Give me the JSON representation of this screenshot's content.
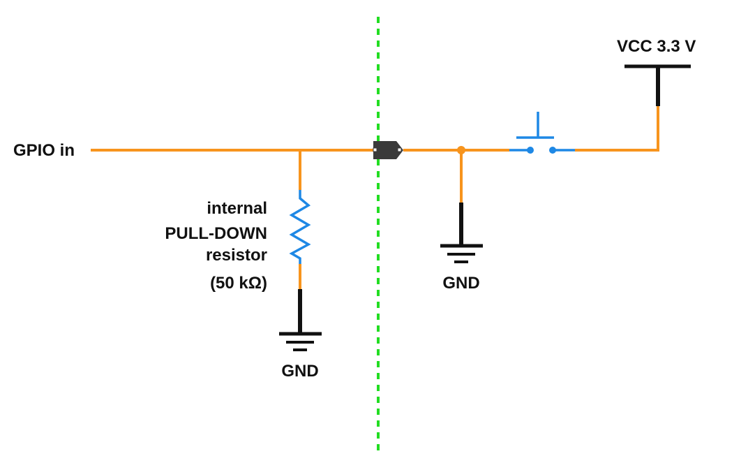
{
  "labels": {
    "gpio_in": "GPIO in",
    "vcc": "VCC 3.3 V",
    "resistor_line1": "internal",
    "resistor_line2": "PULL-DOWN",
    "resistor_line3": "resistor",
    "resistor_value": "(50 kΩ)",
    "gnd_resistor": "GND",
    "gnd_button": "GND"
  },
  "colors": {
    "wire": "#f7941d",
    "component": "#1e88e5",
    "terminal": "#111111",
    "boundary": "#22dd22",
    "connector_body": "#3a3a3a"
  },
  "icons": {
    "button": "push-button-icon",
    "resistor": "resistor-icon",
    "ground": "ground-icon",
    "connector": "connector-icon"
  }
}
